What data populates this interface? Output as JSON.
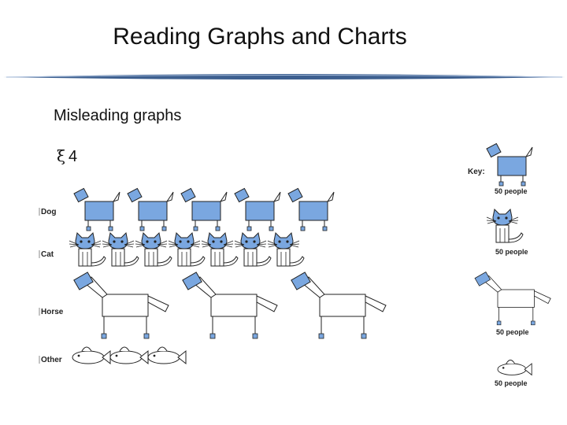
{
  "slide": {
    "title": "Reading Graphs and Charts",
    "subtitle": "Misleading graphs",
    "bullet_symbol": "ξ",
    "bullet_number": "4",
    "colors": {
      "divider": "#3d5f8f",
      "pet_fill": "#7aa7e0",
      "outline": "#222222"
    }
  },
  "chart_data": {
    "type": "pictogram",
    "categories": [
      "Dog",
      "Cat",
      "Horse",
      "Other"
    ],
    "series": [
      {
        "values": [
          250,
          350,
          150,
          150
        ]
      }
    ],
    "icons": [
      "dog-icon",
      "cat-icon",
      "horse-icon",
      "fish-icon"
    ],
    "icon_counts": [
      5,
      7,
      3,
      3
    ],
    "key": {
      "title": "Key:",
      "entries": [
        {
          "icon": "dog-icon",
          "label": "50 people"
        },
        {
          "icon": "cat-icon",
          "label": "50 people"
        },
        {
          "icon": "horse-icon",
          "label": "50 people"
        },
        {
          "icon": "fish-icon",
          "label": "50 people"
        }
      ]
    }
  }
}
